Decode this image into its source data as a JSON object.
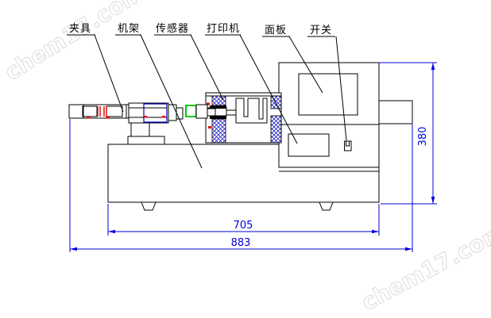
{
  "diagram": {
    "callouts": {
      "fixture": "夹具",
      "frame": "机架",
      "sensor": "传感器",
      "printer": "打印机",
      "panel": "面板",
      "switch": "开关"
    },
    "dimensions": {
      "base_width": "705",
      "overall_width": "883",
      "overall_height": "380"
    },
    "watermarks": [
      {
        "text": "chem17.com"
      },
      {
        "text": "chem17.com"
      }
    ],
    "colors": {
      "outline": "#000000",
      "dimension_blue": "#0000dd",
      "hatch_blue": "#2b2bc4",
      "sensor_green": "#00cc00",
      "grip_red": "#e00000",
      "actuator_blue": "#0000c0",
      "watermark_gray": "#dedede"
    }
  }
}
